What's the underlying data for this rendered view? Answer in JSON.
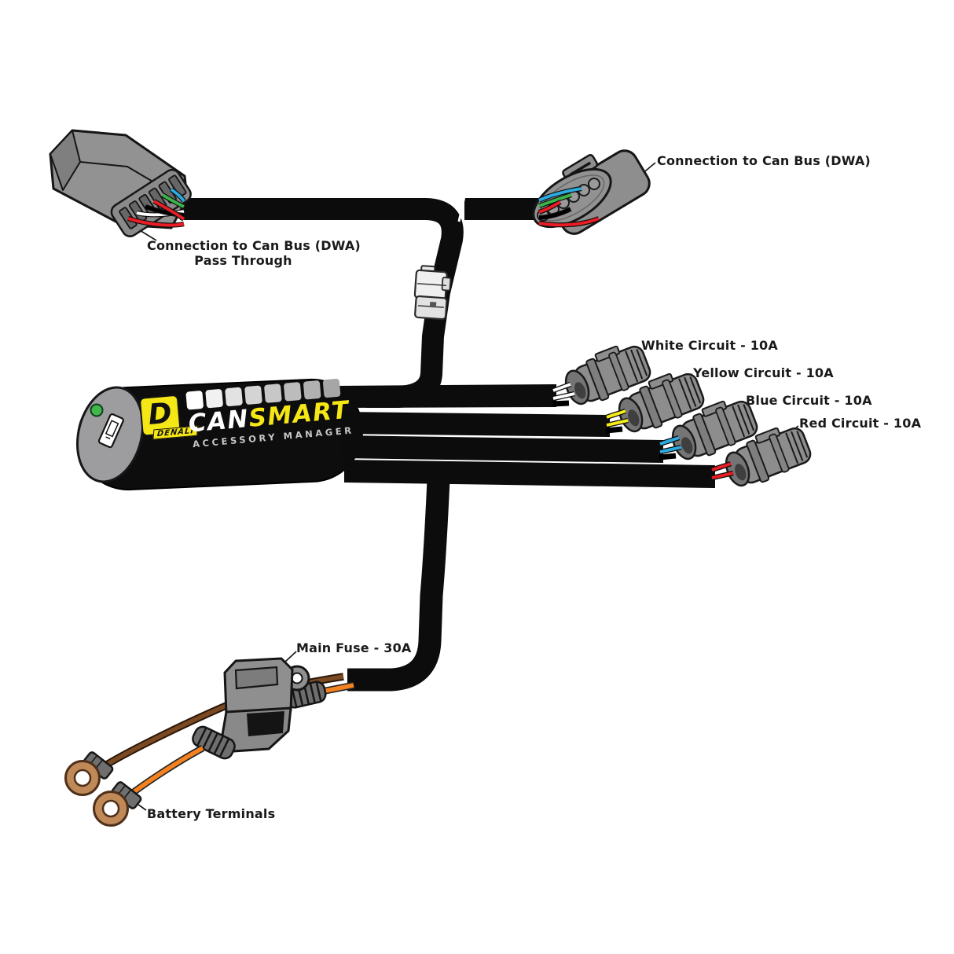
{
  "labels": {
    "pass_through": {
      "line1": "Connection to Can Bus (DWA)",
      "line2": "Pass Through"
    },
    "can_bus": "Connection to Can Bus (DWA)",
    "white_circuit": "White Circuit - 10A",
    "yellow_circuit": "Yellow Circuit - 10A",
    "blue_circuit": "Blue Circuit - 10A",
    "red_circuit": "Red Circuit - 10A",
    "main_fuse": "Main Fuse - 30A",
    "battery_terminals": "Battery Terminals"
  },
  "device": {
    "brand": "DENALI",
    "brand_initial": "D",
    "product_can": "CAN",
    "product_smart": "SMART",
    "subtitle": "ACCESSORY MANAGER"
  },
  "colors": {
    "background": "#ffffff",
    "cable_black": "#0c0c0c",
    "connector_gray": "#8f8f8f",
    "wire_blue": "#2aace3",
    "wire_green": "#3bb54a",
    "wire_white": "#ffffff",
    "wire_black": "#000000",
    "wire_red": "#ec1c24",
    "wire_yellow": "#f7ec1a",
    "wire_orange": "#f58220",
    "wire_brown": "#7b4a22",
    "brand_yellow": "#f5e616",
    "led_green": "#41b64b",
    "terminal_brass": "#bf8a57"
  }
}
